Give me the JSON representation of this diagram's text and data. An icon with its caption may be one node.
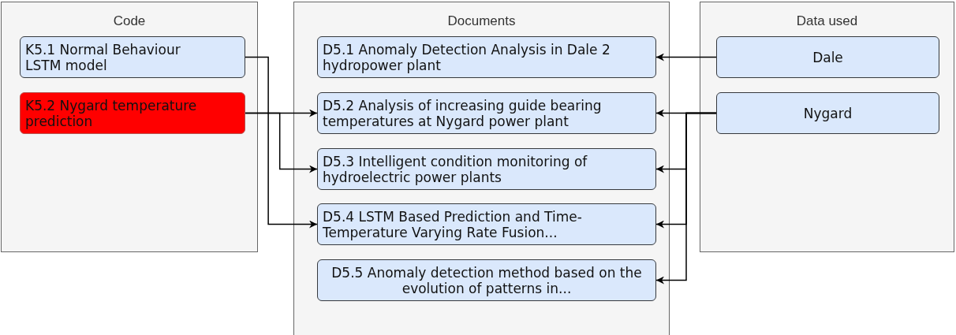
{
  "diagram": {
    "nodes": [
      {
        "text": [
          "Code"
        ]
      },
      {
        "text": [
          "K5.1 Normal Behaviour LSTM model"
        ],
        "in": 0
      },
      {
        "text": [
          "K5.2 Nygard temperature prediction"
        ],
        "in": 0
      },
      {
        "text": [
          "Documents"
        ]
      },
      {
        "text": [
          "D5.1 Anomaly Detection Analysis in Dale 2 hydropower plant"
        ],
        "in": 3
      },
      {
        "text": [
          "D5.2 Analysis of increasing guide bearing temperatures at Nygard power plant"
        ],
        "in": 3
      },
      {
        "text": [
          "D5.3 Intelligent condition monitoring of hydroelectric power plants"
        ],
        "in": 3
      },
      {
        "text": [
          "D5.4 LSTM Based Prediction and Time-Temperature Varying Rate Fusion..."
        ],
        "in": 3
      },
      {
        "text": [
          "D5.5 Anomaly detection method based on the evolution of patterns in..."
        ],
        "in": 3
      },
      {
        "text": [
          "Data used"
        ]
      },
      {
        "text": [
          "Dale"
        ],
        "in": 9
      },
      {
        "text": [
          "Nygard"
        ],
        "in": 9
      }
    ],
    "edges": [
      {
        "from": 1,
        "to": 7,
        "arrow": "to"
      },
      {
        "from": 2,
        "to": 5,
        "arrow": "to"
      },
      {
        "from": 2,
        "to": 6,
        "arrow": "to"
      },
      {
        "from": 10,
        "to": 4,
        "arrow": "to"
      },
      {
        "from": 11,
        "to": 5,
        "arrow": "to"
      },
      {
        "from": 11,
        "to": 6,
        "arrow": "to"
      },
      {
        "from": 11,
        "to": 7,
        "arrow": "to"
      },
      {
        "from": 11,
        "to": 8,
        "arrow": "to"
      }
    ]
  }
}
